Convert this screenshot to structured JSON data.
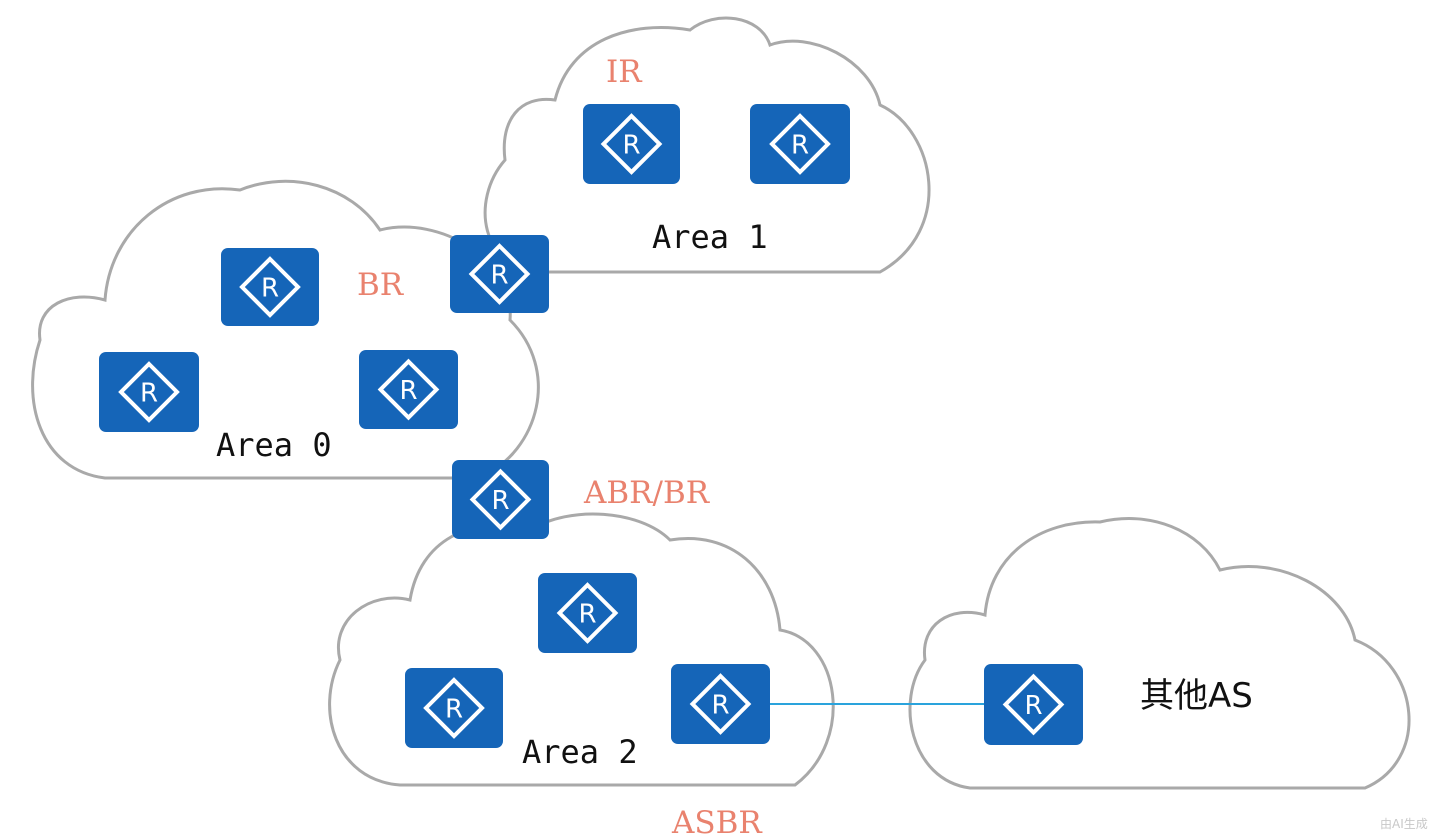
{
  "areas": {
    "area0": "Area 0",
    "area1": "Area 1",
    "area2": "Area 2",
    "other_as": "其他AS"
  },
  "roles": {
    "ir": "IR",
    "br": "BR",
    "abr_br": "ABR/BR",
    "asbr": "ASBR"
  },
  "router_letter": "R",
  "watermark": "由AI生成",
  "colors": {
    "router": "#1565b8",
    "role_label": "#e9826e",
    "cloud_stroke": "#a9a9a9",
    "link": "#2aa3dc"
  }
}
